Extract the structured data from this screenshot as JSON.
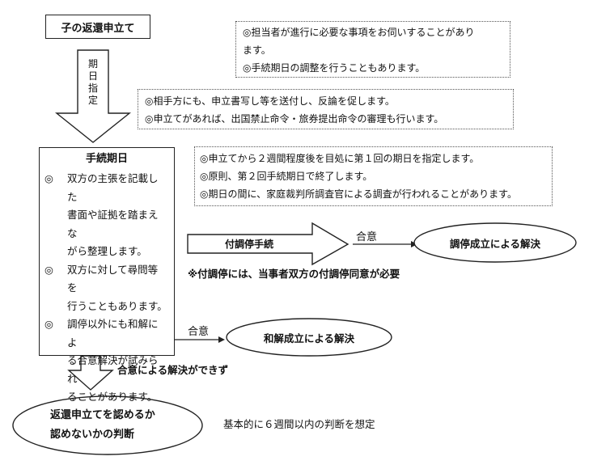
{
  "title_box": "子の返還申立て",
  "designate_label": [
    "期",
    "日",
    "指",
    "定"
  ],
  "note_top": {
    "lines": [
      "◎担当者が進行に必要な事項をお伺いすることがあり",
      "ます。",
      "◎手続期日の調整を行うこともあります。"
    ]
  },
  "note_middle": {
    "lines": [
      "◎相手方にも、申立書写し等を送付し、反論を促します。",
      "◎申立てがあれば、出国禁止命令・旅券提出命令の審理も行います。"
    ]
  },
  "hearing": {
    "title": "手続期日",
    "items": [
      {
        "mark": "◎",
        "lines": [
          "双方の主張を記載した",
          "書面や証拠を踏まえな",
          "がら整理します。"
        ]
      },
      {
        "mark": "◎",
        "lines": [
          "双方に対して尋問等を",
          "行うこともあります。"
        ]
      },
      {
        "mark": "◎",
        "lines": [
          "調停以外にも和解によ",
          "る合意解決が試みられ",
          "ることがあります。"
        ]
      }
    ]
  },
  "note_right": {
    "lines": [
      "◎申立てから２週間程度後を目処に第１回の期日を指定します。",
      "◎原則、第２回手続期日で終了します。",
      "◎期日の間に、家庭裁判所調査官による調査が行われることがあります。"
    ]
  },
  "mediation_arrow_label": "付調停手続",
  "agreement_label_1": "合意",
  "mediation_result": "調停成立による解決",
  "mediation_note": "※付調停には、当事者双方の付調停同意が必要",
  "agreement_label_2": "合意",
  "settlement_result": "和解成立による解決",
  "no_agreement_label": "合意による解決ができず",
  "final_decision": {
    "lines": [
      "返還申立てを認めるか",
      "認めないかの判断"
    ]
  },
  "decision_note": "基本的に６週間以内の判断を想定"
}
